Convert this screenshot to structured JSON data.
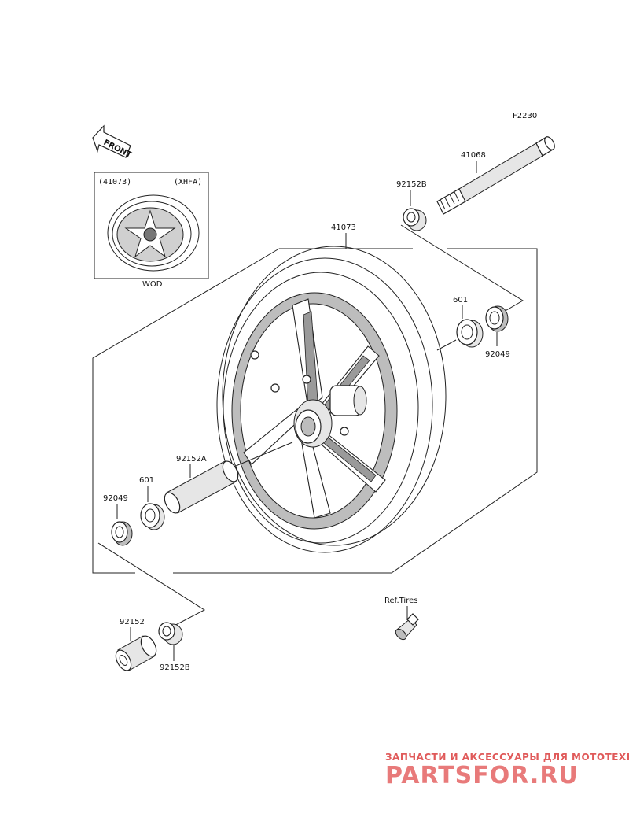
{
  "diagram_code": "F2230",
  "front_arrow": "FRONT",
  "inset": {
    "left_label": "(41073)",
    "right_label": "(XHFA)",
    "caption": "WOD"
  },
  "parts": {
    "axle": "41068",
    "collar_top": "92152B",
    "wheel": "41073",
    "bearing_right": "601",
    "seal_right": "92049",
    "spacer": "92152A",
    "bearing_left": "601",
    "seal_left": "92049",
    "collar_bottom_a": "92152",
    "collar_bottom_b": "92152B",
    "valve_ref": "Ref.Tires"
  },
  "watermark": {
    "line1": "ЗАПЧАСТИ И АКСЕССУАРЫ ДЛЯ МОТОТЕХНИКИ",
    "line2": "PARTSFOR.RU"
  }
}
